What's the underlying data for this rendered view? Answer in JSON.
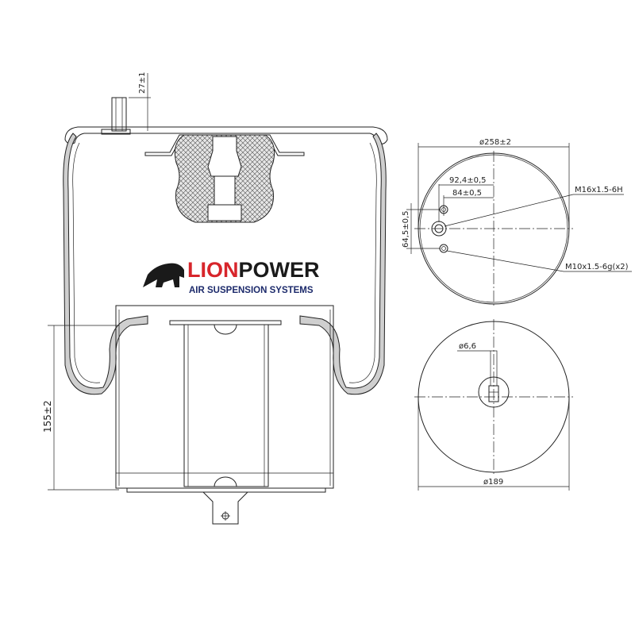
{
  "brand": {
    "name_part1": "LION",
    "name_part2": "POWER",
    "tagline": "AIR SUSPENSION SYSTEMS",
    "color_red": "#d7252b",
    "color_dark": "#1a1a1a",
    "color_blue": "#1c2a6b"
  },
  "dimensions": {
    "stud_height": "27±1",
    "height": "155±2",
    "top_diameter": "ø258±2",
    "offset_outer": "92,4±0,5",
    "offset_inner": "84±0,5",
    "vertical_offset": "64,5±0,5",
    "center_thread": "M16x1.5-6H",
    "stud_thread": "M10x1.5-6g(x2)",
    "hole_diameter": "ø6,6",
    "bottom_diameter": "ø189"
  }
}
